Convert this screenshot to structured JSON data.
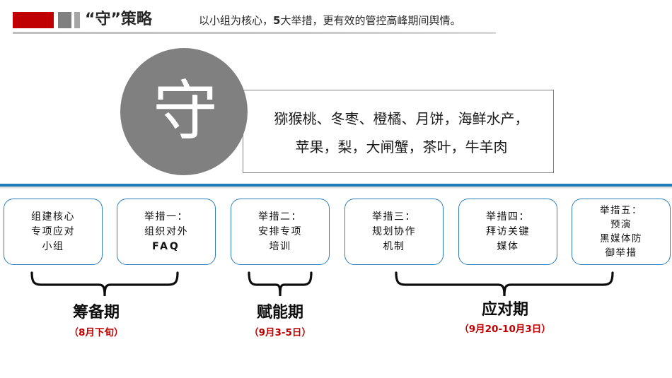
{
  "header": {
    "title": "“守”策略",
    "subtitle_prefix": "以小组为核心，",
    "subtitle_number": "5",
    "subtitle_suffix": "大举措，更有效的管控高峰期间舆情。",
    "accent_red": "#c00000",
    "accent_gray": "#808080",
    "accent_gray_light": "#a6a6a6"
  },
  "hero": {
    "circle_character": "守",
    "circle_color": "#808080",
    "callout_line1": "猕猴桃、冬枣、橙橘、月饼，海鲜水产，",
    "callout_line2": "苹果，梨，大闸蟹，茶叶，牛羊肉"
  },
  "divider": {
    "color": "#1f7cbc"
  },
  "measures": [
    {
      "lines": [
        "组建核心",
        "专项应对",
        "小组"
      ],
      "bold_index": -1
    },
    {
      "lines": [
        "举措一：",
        "组织对外",
        "FAQ"
      ],
      "bold_index": 2
    },
    {
      "lines": [
        "举措二：",
        "安排专项",
        "培训"
      ],
      "bold_index": -1
    },
    {
      "lines": [
        "举措三：",
        "规划协作",
        "机制"
      ],
      "bold_index": -1
    },
    {
      "lines": [
        "举措四：",
        "拜访关键",
        "媒体"
      ],
      "bold_index": -1
    },
    {
      "lines": [
        "举措五：",
        "预演",
        "黑媒体防",
        "御举措"
      ],
      "bold_index": -1
    }
  ],
  "phases": [
    {
      "name": "筹备期",
      "date": "（8月下旬）"
    },
    {
      "name": "赋能期",
      "date": "（9月3-5日）"
    },
    {
      "name": "应对期",
      "date": "（9月20-10月3日）"
    }
  ]
}
